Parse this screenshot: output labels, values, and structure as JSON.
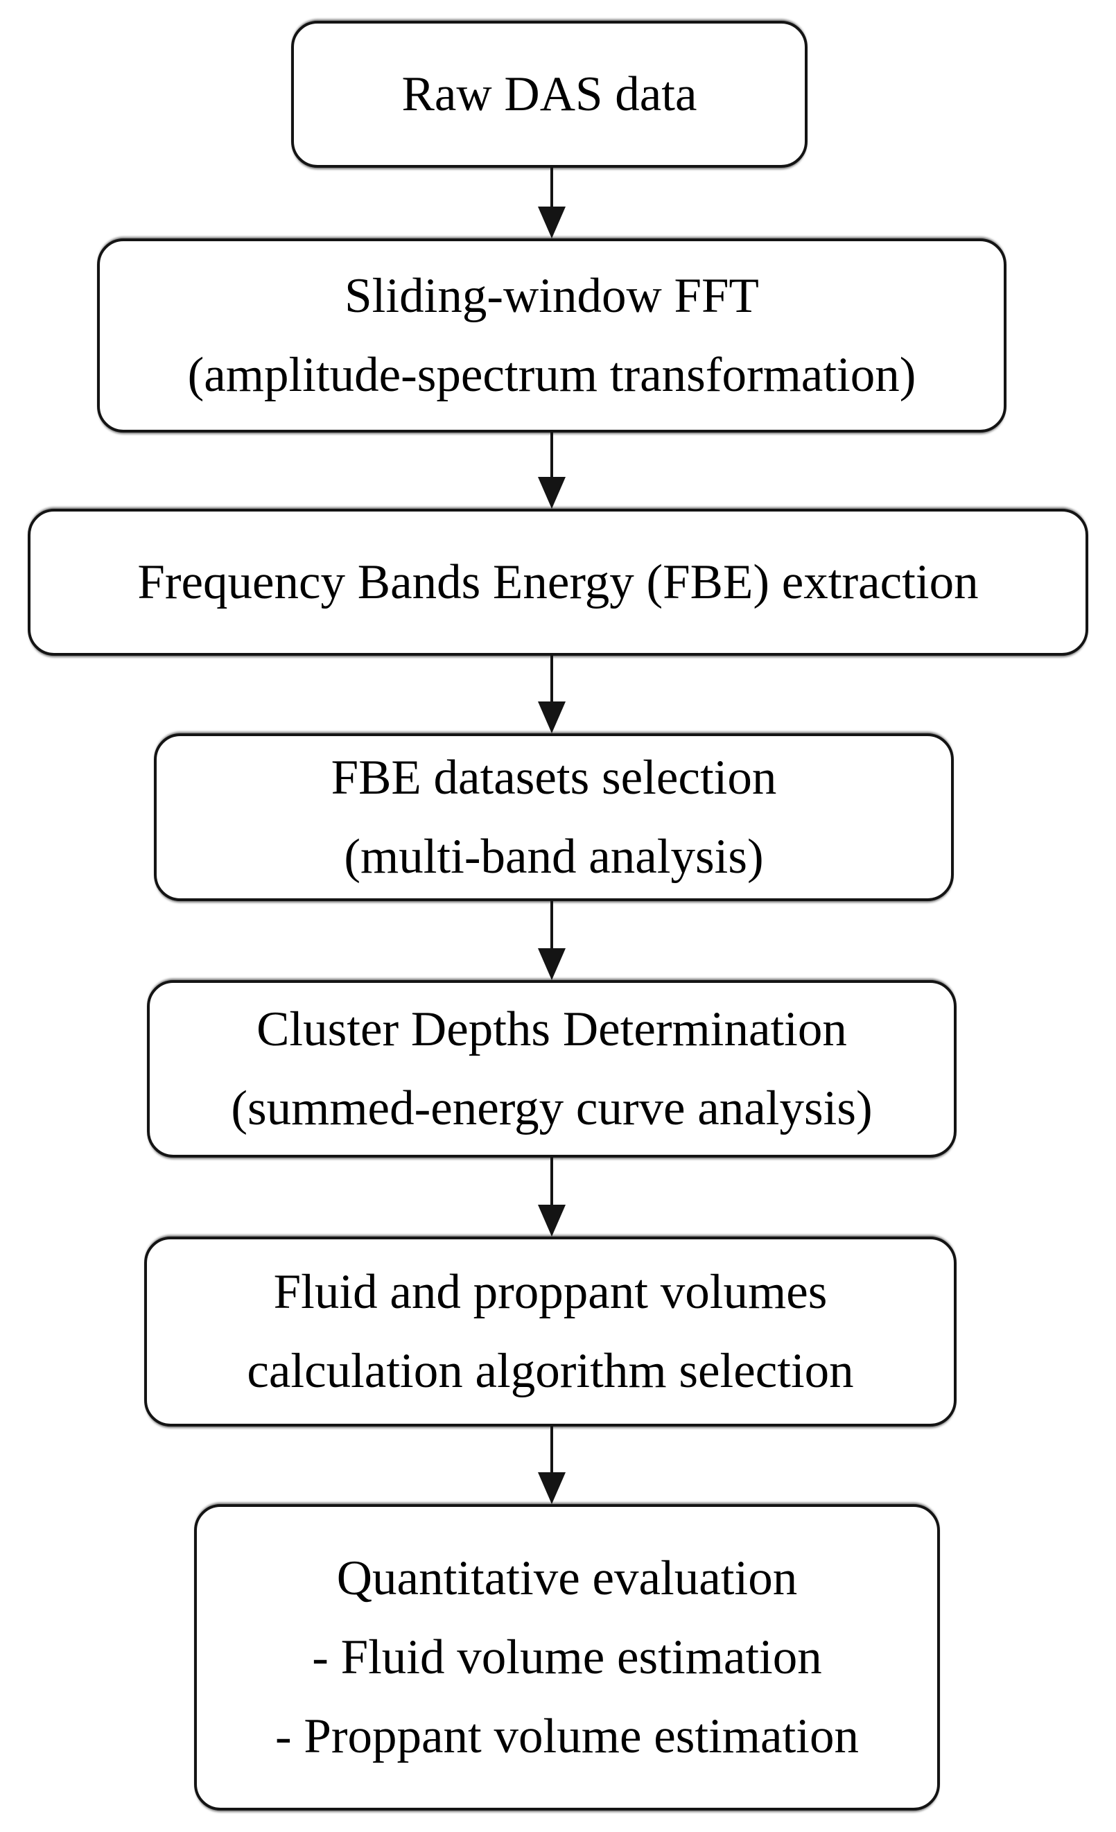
{
  "figure": {
    "type": "flowchart",
    "colors": {
      "background": "#ffffff",
      "node_border": "#141414",
      "node_fill": "#ffffff",
      "text": "#000000",
      "arrow": "#141414"
    },
    "steps": [
      {
        "id": "raw-das-data",
        "lines": [
          "Raw DAS data"
        ]
      },
      {
        "id": "sliding-window-fft",
        "lines": [
          "Sliding-window FFT",
          "(amplitude-spectrum transformation)"
        ]
      },
      {
        "id": "fbe-extraction",
        "lines": [
          "Frequency Bands Energy (FBE) extraction"
        ]
      },
      {
        "id": "fbe-datasets-selection",
        "lines": [
          "FBE datasets selection",
          "(multi-band analysis)"
        ]
      },
      {
        "id": "cluster-depths-determination",
        "lines": [
          "Cluster Depths Determination",
          "(summed-energy curve analysis)"
        ]
      },
      {
        "id": "volumes-algorithm-selection",
        "lines": [
          "Fluid and proppant volumes",
          "calculation algorithm selection"
        ]
      },
      {
        "id": "quantitative-evaluation",
        "lines": [
          "Quantitative evaluation",
          "- Fluid volume estimation",
          "- Proppant volume estimation"
        ]
      }
    ]
  }
}
